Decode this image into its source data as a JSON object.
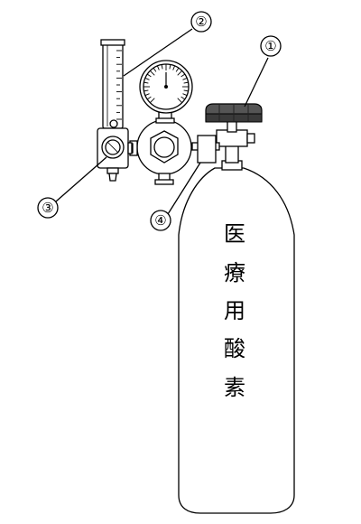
{
  "callouts": [
    {
      "label": "①",
      "part": "valve-handle"
    },
    {
      "label": "②",
      "part": "flow-meter-tube"
    },
    {
      "label": "③",
      "part": "flow-adjust-knob"
    },
    {
      "label": "④",
      "part": "regulator-connection"
    }
  ],
  "cylinder": {
    "label_chars": [
      "医",
      "療",
      "用",
      "酸",
      "素"
    ],
    "cap_color": "#555555"
  },
  "gauge_color": "#ffffff",
  "line_color": "#000000"
}
